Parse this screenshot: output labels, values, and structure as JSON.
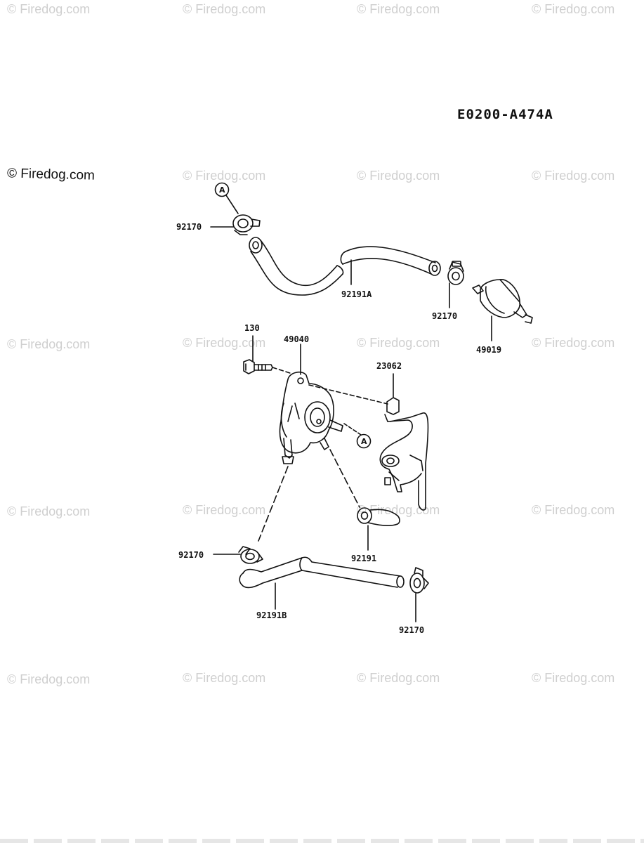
{
  "reference_code": "E0200-A474A",
  "copyright": "© Firedog.com",
  "watermark": "© Firedog.com",
  "callout_letter": "A",
  "parts": {
    "clamp_top": "92170",
    "hose_a": "92191A",
    "clamp_mid": "92170",
    "filter": "49019",
    "bolt": "130",
    "pump": "49040",
    "bracket": "23062",
    "clamp_lower_left": "92170",
    "hose_short": "92191",
    "hose_b": "92191B",
    "clamp_lower_right": "92170"
  },
  "colors": {
    "line": "#111111",
    "watermark": "#cfcfcf",
    "background": "#ffffff"
  }
}
